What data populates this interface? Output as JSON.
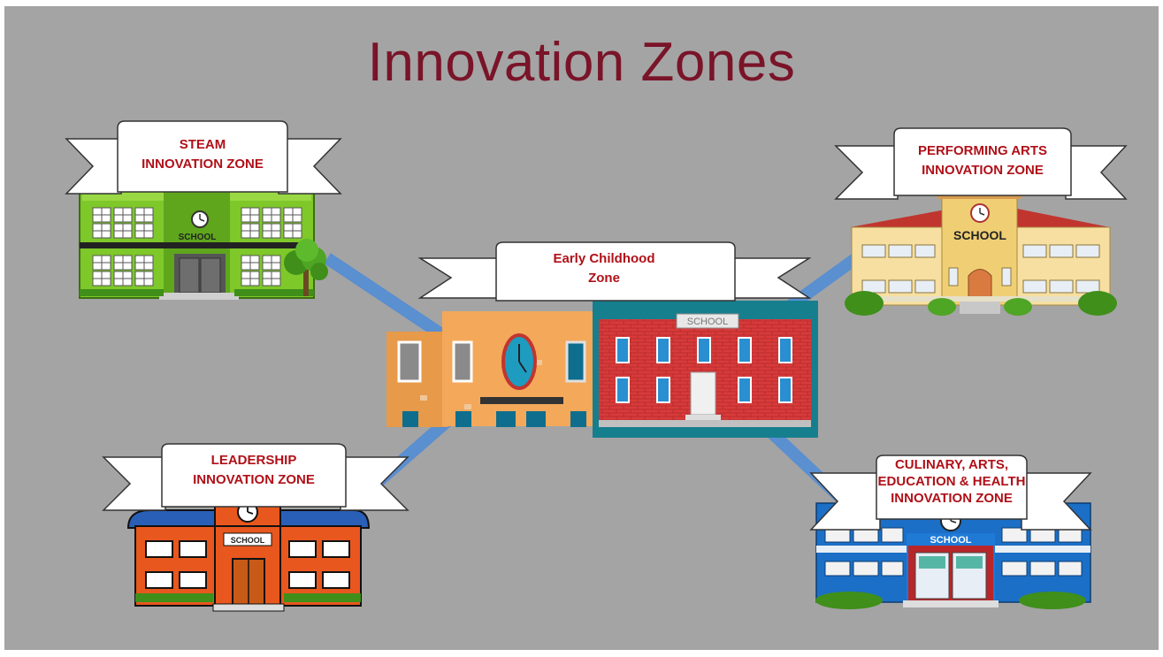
{
  "title": "Innovation Zones",
  "colors": {
    "background": "#a4a4a4",
    "title": "#7a1428",
    "label": "#b01018",
    "connector": "#5a8fd0"
  },
  "zones": {
    "steam": {
      "lines": [
        "STEAM",
        "INNOVATION ZONE"
      ],
      "sign": "SCHOOL"
    },
    "performing": {
      "lines": [
        "PERFORMING ARTS",
        "INNOVATION ZONE"
      ],
      "sign": "SCHOOL"
    },
    "early": {
      "lines": [
        "Early Childhood",
        "Zone"
      ],
      "sign": "SCHOOL"
    },
    "leadership": {
      "lines": [
        "LEADERSHIP",
        "INNOVATION ZONE"
      ],
      "sign": "SCHOOL"
    },
    "culinary": {
      "lines": [
        "CULINARY, ARTS,",
        "EDUCATION & HEALTH",
        "INNOVATION ZONE"
      ],
      "sign": "SCHOOL"
    }
  }
}
